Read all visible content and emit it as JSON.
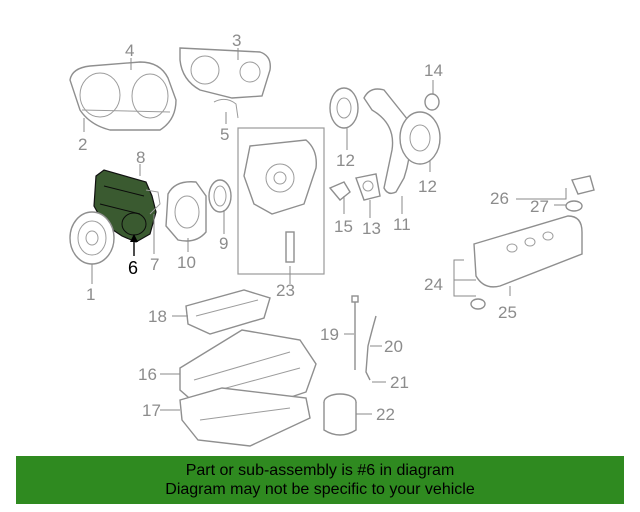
{
  "diagram": {
    "callouts": [
      "1",
      "2",
      "3",
      "4",
      "5",
      "6",
      "7",
      "8",
      "9",
      "10",
      "11",
      "12",
      "13",
      "14",
      "15",
      "16",
      "17",
      "18",
      "19",
      "20",
      "21",
      "22",
      "23",
      "24",
      "25",
      "26",
      "27"
    ],
    "highlighted_callout": "6",
    "highlight_color": "#3a5a30"
  },
  "banner": {
    "line1": "Part or sub-assembly is #6 in diagram",
    "line2": "Diagram may not be specific to your vehicle",
    "background_color": "#2f8a20"
  }
}
